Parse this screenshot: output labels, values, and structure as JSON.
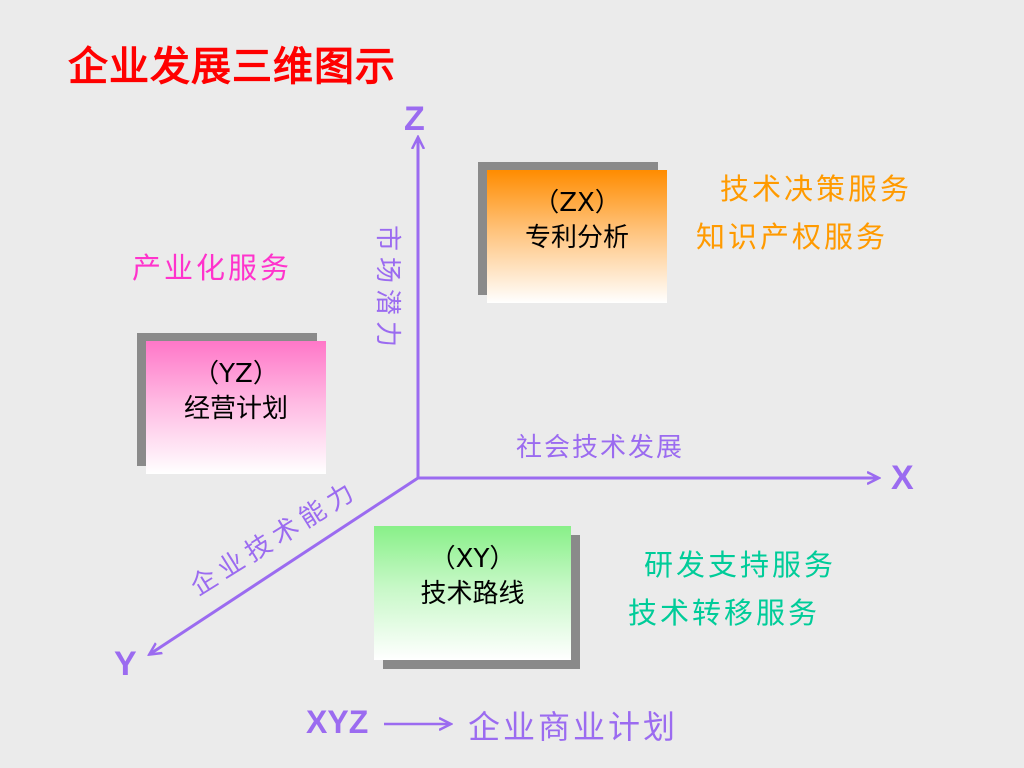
{
  "title": "企业发展三维图示",
  "axes": {
    "z_letter": "Z",
    "x_letter": "X",
    "y_letter": "Y",
    "z_label": "市场潜力",
    "x_label": "社会技术发展",
    "y_label": "企业技术能力"
  },
  "boxes": {
    "zx": {
      "code": "（ZX）",
      "name": "专利分析"
    },
    "yz": {
      "code": "（YZ）",
      "name": "经营计划"
    },
    "xy": {
      "code": "（XY）",
      "name": "技术路线"
    }
  },
  "services": {
    "zx_line1": "技术决策服务",
    "zx_line2": "知识产权服务",
    "yz_line1": "产业化服务",
    "xy_line1": "研发支持服务",
    "xy_line2": "技术转移服务"
  },
  "bottom": {
    "xyz": "XYZ",
    "plan": "企业商业计划"
  },
  "colors": {
    "title": "#ff0000",
    "axis": "#9b6bf0",
    "zx_text": "#ff9a00",
    "yz_text": "#ff33cc",
    "xy_text": "#00cc99"
  }
}
